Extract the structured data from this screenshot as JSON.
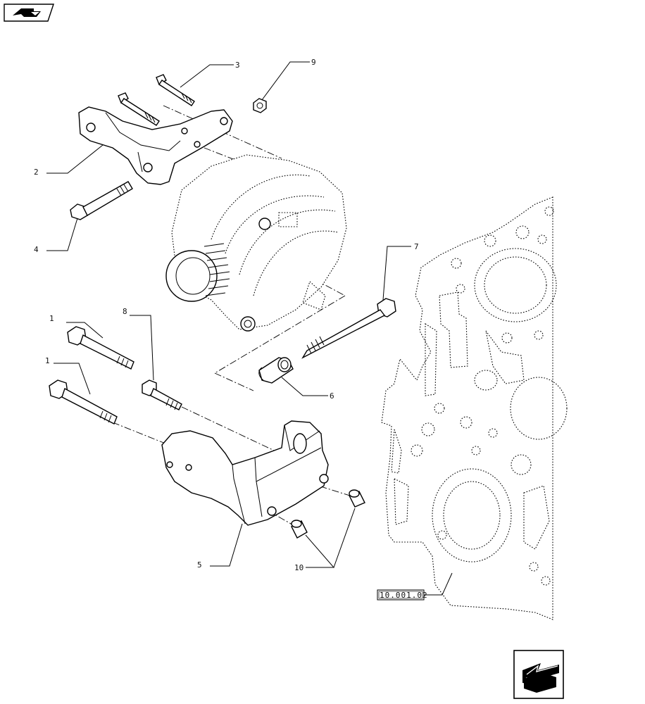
{
  "callouts": [
    {
      "id": "c1a",
      "label": "1"
    },
    {
      "id": "c1b",
      "label": "1"
    },
    {
      "id": "c2",
      "label": "2"
    },
    {
      "id": "c3",
      "label": "3"
    },
    {
      "id": "c4",
      "label": "4"
    },
    {
      "id": "c5",
      "label": "5"
    },
    {
      "id": "c6",
      "label": "6"
    },
    {
      "id": "c7",
      "label": "7"
    },
    {
      "id": "c8",
      "label": "8"
    },
    {
      "id": "c9",
      "label": "9"
    },
    {
      "id": "c10",
      "label": "10"
    }
  ],
  "reference": {
    "label": "10.001.02"
  },
  "icons": {
    "top_left": "eye-view-icon",
    "bottom_right": "next-page-arrow-icon"
  }
}
